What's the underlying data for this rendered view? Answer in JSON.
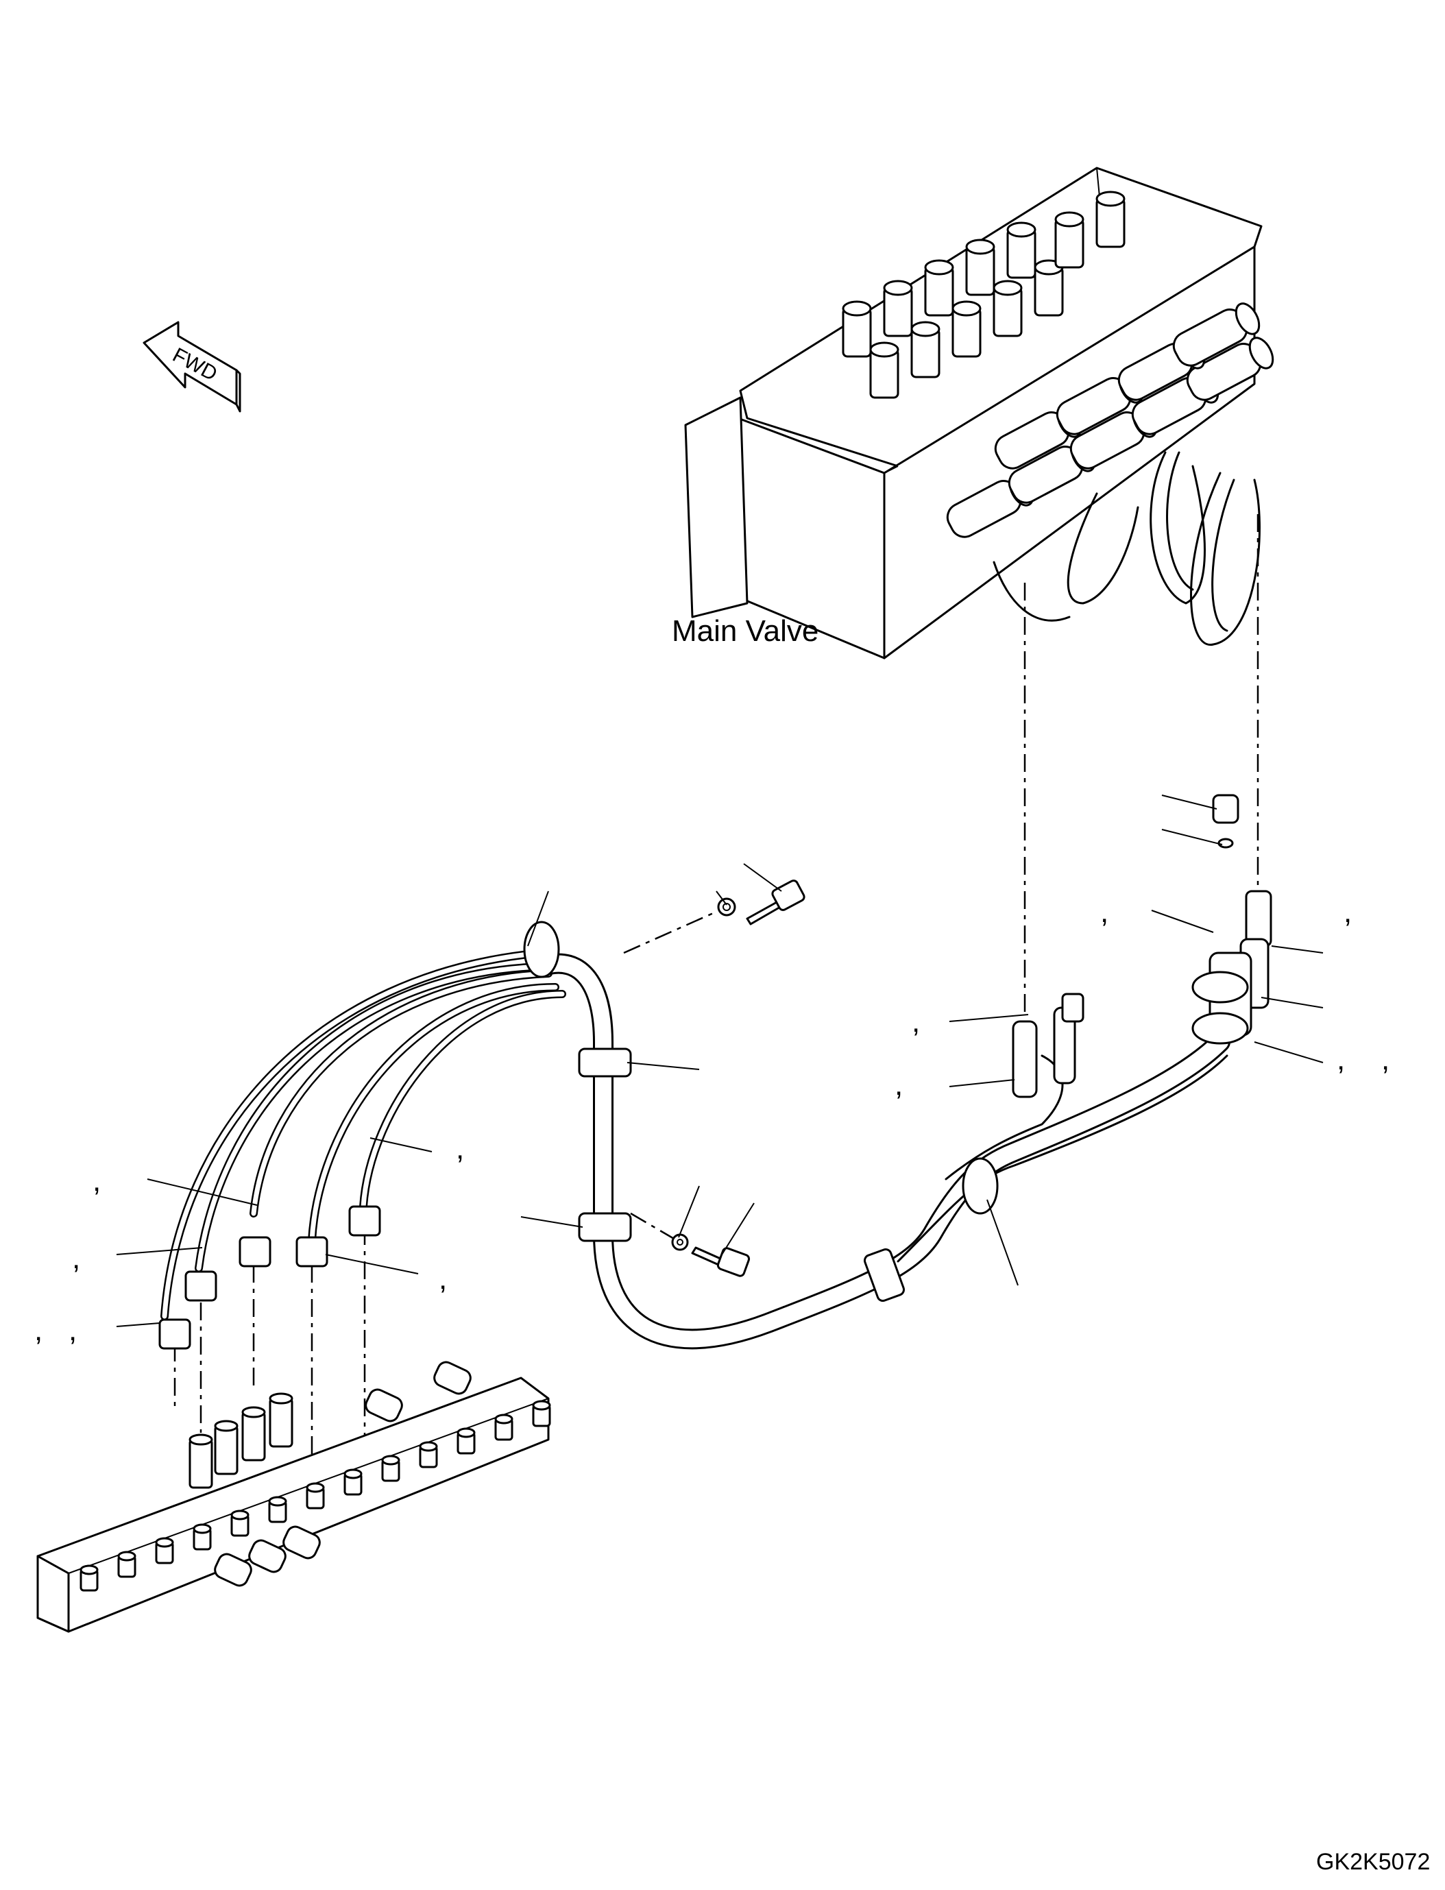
{
  "drawing": {
    "main_valve_label": "Main Valve",
    "fwd_label": "FWD",
    "figure_code": "GK2K5072",
    "callout_mark": ","
  }
}
